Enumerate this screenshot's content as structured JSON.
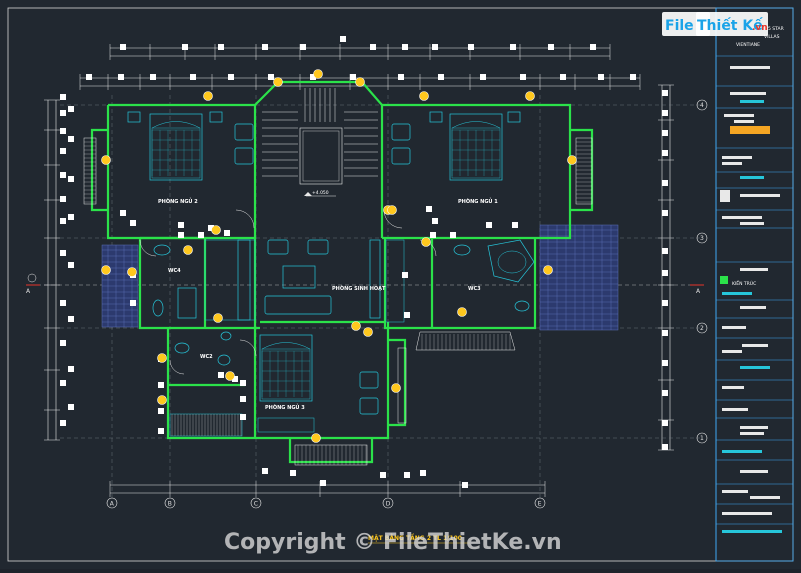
{
  "drawing": {
    "title": "MẶT BẰNG TẦNG 2 TL 1/100",
    "level_marker": "+4.050",
    "rooms": [
      {
        "key": "bedroom2",
        "label": "PHÒNG NGỦ 2"
      },
      {
        "key": "bedroom1",
        "label": "PHÒNG NGỦ 1"
      },
      {
        "key": "bedroom3",
        "label": "PHÒNG NGỦ 3"
      },
      {
        "key": "living",
        "label": "PHÒNG SINH HOẠT"
      },
      {
        "key": "wc4",
        "label": "WC4"
      },
      {
        "key": "wc3",
        "label": "WC3"
      },
      {
        "key": "wc2",
        "label": "WC2"
      }
    ],
    "grid_bottom": [
      "A",
      "B",
      "C",
      "D",
      "E"
    ],
    "grid_right": [
      "4",
      "3",
      "2",
      "1"
    ],
    "section_marker": "A"
  },
  "title_block": {
    "project_line1": "5 STAR",
    "project_line2": "VILLAS",
    "project_line3": "VIENTIANE",
    "sheet_label": "KIẾN TRÚC"
  },
  "watermark": {
    "logo_part1": "File",
    "logo_part2": "Thiết Kế",
    "logo_suffix": ".vn",
    "copyright": "Copyright © FileThietKe.vn"
  },
  "colors": {
    "background": "#212830",
    "wall": "#2be24a",
    "lines": "#e8e8e8",
    "furniture": "#26c6da",
    "tag": "#ffc81e",
    "title_block_border": "#3fa9f5",
    "logo_blue": "#1aa3e8",
    "logo_red": "#e8342a"
  }
}
